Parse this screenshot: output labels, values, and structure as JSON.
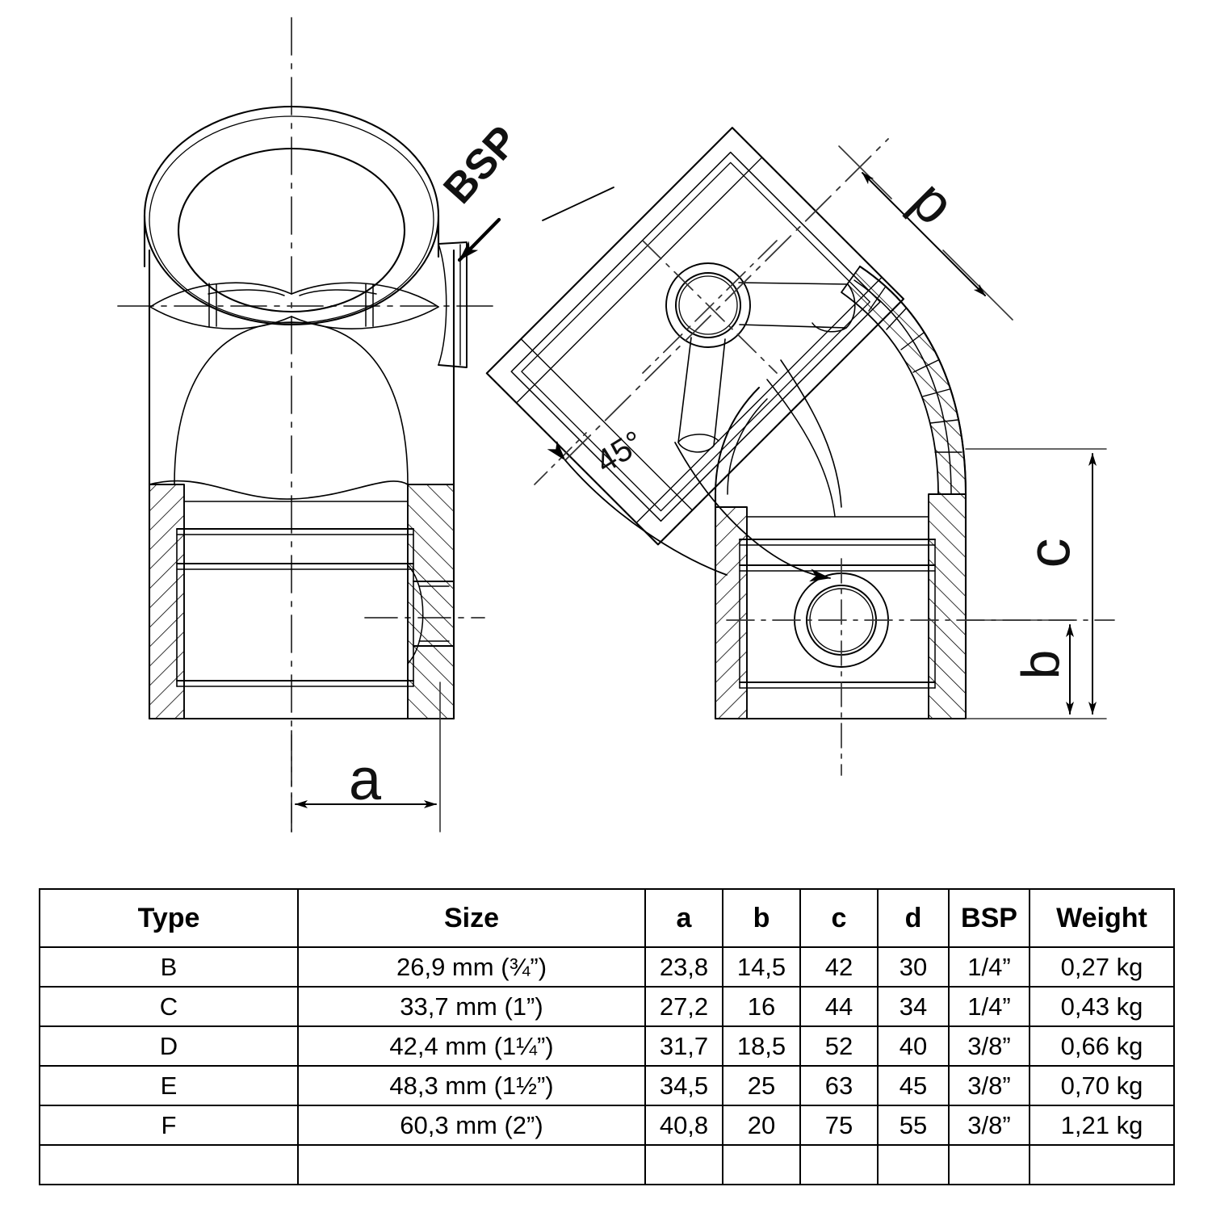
{
  "document": {
    "kind": "engineering-dimension-drawing",
    "subject": "45 degree elbow tube connector (key clamp fitting)"
  },
  "views": {
    "left": {
      "name": "front-section-view",
      "dimension_labels": [
        {
          "id": "a",
          "text": "a"
        },
        {
          "id": "bsp",
          "text": "BSP"
        }
      ]
    },
    "right": {
      "name": "45-degree-elbow-view",
      "dimension_labels": [
        {
          "id": "d",
          "text": "d"
        },
        {
          "id": "angle",
          "text": "45°"
        },
        {
          "id": "c",
          "text": "c"
        },
        {
          "id": "b",
          "text": "b"
        }
      ]
    }
  },
  "labels": {
    "a": "a",
    "b": "b",
    "c": "c",
    "d": "d",
    "bsp": "BSP",
    "angle": "45°"
  },
  "table": {
    "name": "size-specification-table",
    "headers": [
      "Type",
      "Size",
      "a",
      "b",
      "c",
      "d",
      "BSP",
      "Weight"
    ],
    "rows": [
      {
        "type": "B",
        "size": "26,9 mm (¾”)",
        "a": "23,8",
        "b": "14,5",
        "c": "42",
        "d": "30",
        "bsp": "1/4”",
        "weight": "0,27 kg"
      },
      {
        "type": "C",
        "size": "33,7 mm (1”)",
        "a": "27,2",
        "b": "16",
        "c": "44",
        "d": "34",
        "bsp": "1/4”",
        "weight": "0,43 kg"
      },
      {
        "type": "D",
        "size": "42,4 mm (1¼”)",
        "a": "31,7",
        "b": "18,5",
        "c": "52",
        "d": "40",
        "bsp": "3/8”",
        "weight": "0,66 kg"
      },
      {
        "type": "E",
        "size": "48,3 mm (1½”)",
        "a": "34,5",
        "b": "25",
        "c": "63",
        "d": "45",
        "bsp": "3/8”",
        "weight": "0,70 kg"
      },
      {
        "type": "F",
        "size": "60,3 mm (2”)",
        "a": "40,8",
        "b": "20",
        "c": "75",
        "d": "55",
        "bsp": "3/8”",
        "weight": "1,21 kg"
      }
    ]
  },
  "colors": {
    "line": "#000000",
    "thin_line": "#1a1a1a",
    "background": "#ffffff"
  }
}
